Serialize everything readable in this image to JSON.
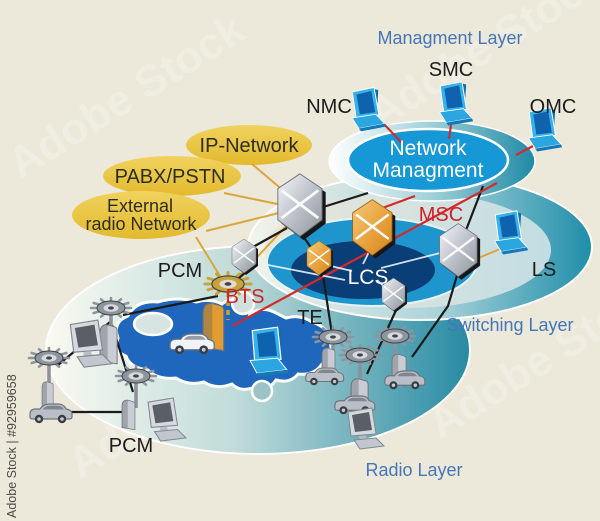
{
  "watermark": {
    "diagonal": "Adobe Stock",
    "stock_id": "Adobe Stock | #92959658"
  },
  "layer_labels": {
    "management": "Managment Layer",
    "switching": "Switching Layer",
    "radio": "Radio Layer"
  },
  "management": {
    "nmc": "NMC",
    "smc": "SMC",
    "omc": "OMC",
    "center_line1": "Network",
    "center_line2": "Managment"
  },
  "switching": {
    "msc": "MSC",
    "lcs": "LCS",
    "ls": "LS"
  },
  "radio": {
    "bts": "BTS",
    "te": "TE",
    "pcm_top": "PCM",
    "pcm_bottom": "PCM"
  },
  "external_networks": {
    "ip": "IP-Network",
    "pabx": "PABX/PSTN",
    "ext_line1": "External",
    "ext_line2": "radio Network"
  },
  "icons": {
    "switch-node-icon": "3d-crossed-switch",
    "antenna-icon": "gear-mast-antenna",
    "base-station-icon": "tombstone-cabinet",
    "laptop-icon": "blue-laptop",
    "desktop-icon": "desktop-computer",
    "car-icon": "mobile-unit-car",
    "coverage-icon": "puzzle-coverage-area"
  },
  "colors": {
    "background": "#ece8da",
    "layer_label": "#4577b8",
    "red_label": "#cd2328",
    "yellow_ellipse": "#e3ba2e",
    "management_inner": "#1697d6",
    "lcs_navy": "#0a3e76",
    "switch_ring_blue": "#1e96cd",
    "teal": "#1f8aa6",
    "puzzle_blue": "#1f66bd",
    "laptop_blue": "#35b2e9",
    "gold_line": "#daa63c",
    "black_line": "#1a1a1a",
    "red_line": "#d22b2b"
  }
}
